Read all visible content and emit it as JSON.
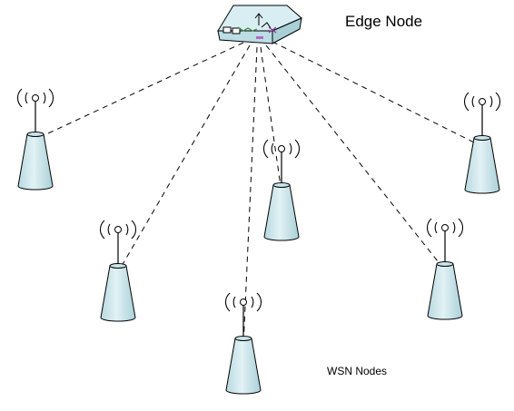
{
  "edge_label": "Edge Node",
  "wsn_label": "WSN Nodes",
  "colors": {
    "tower_fill": "#c9e4ea",
    "stroke": "#000000",
    "router_body": "#c8e2e8",
    "router_top": "#d9eef2"
  },
  "node_count": 6
}
